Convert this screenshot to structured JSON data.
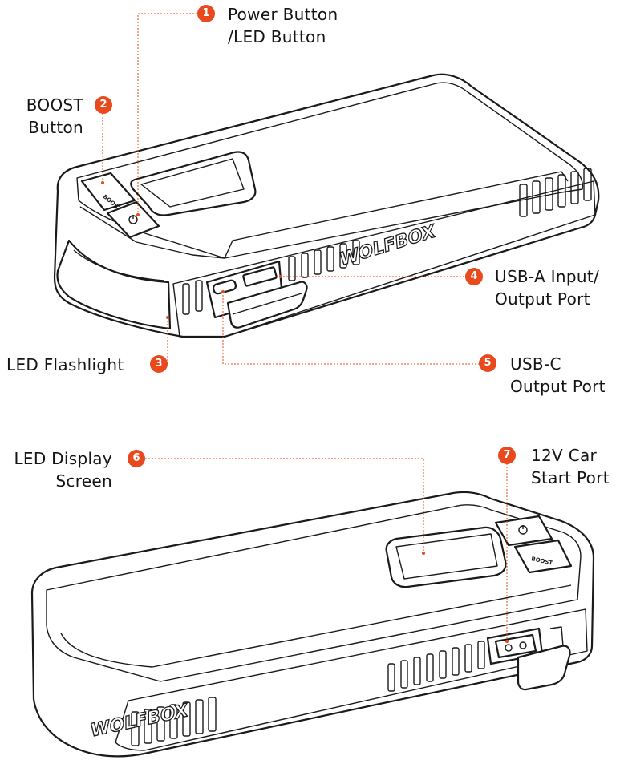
{
  "colors": {
    "accent": "#e8491d",
    "leader": "#e8491d",
    "device_outline": "#1a1a1a",
    "device_fill": "#ffffff"
  },
  "device": {
    "brand_text": "WOLFBOX",
    "boost_text": "BOOST",
    "power_symbol": "power-icon"
  },
  "callouts": [
    {
      "number": "1",
      "lines": [
        "Power Button",
        "/LED Button"
      ]
    },
    {
      "number": "2",
      "lines": [
        "BOOST",
        "Button"
      ]
    },
    {
      "number": "3",
      "lines": [
        "LED Flashlight"
      ]
    },
    {
      "number": "4",
      "lines": [
        "USB-A Input/",
        "Output Port"
      ]
    },
    {
      "number": "5",
      "lines": [
        "USB-C",
        "Output Port"
      ]
    },
    {
      "number": "6",
      "lines": [
        "LED Display",
        "Screen"
      ]
    },
    {
      "number": "7",
      "lines": [
        "12V Car",
        "Start Port"
      ]
    }
  ]
}
